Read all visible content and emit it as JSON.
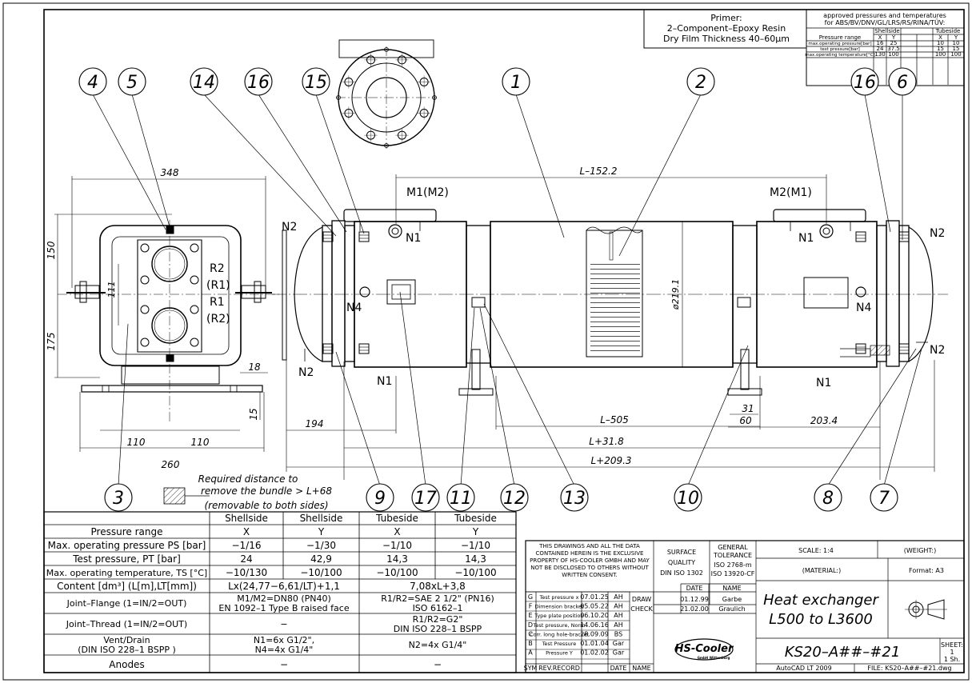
{
  "primer": {
    "l1": "Primer:",
    "l2": "2–Component–Epoxy Resin",
    "l3": "Dry Film Thickness 40–60µm"
  },
  "approved": {
    "title1": "approved pressures and temperatures",
    "title2": "for ABS/BV/DNV/GL/LRS/RS/RINA/TÜV:",
    "shell": "Shellside",
    "tube": "Tubeside",
    "rows": [
      [
        "Pressure range",
        "X",
        "Y",
        "X",
        "Y"
      ],
      [
        "max.operating pressure[bar]",
        "16",
        "25",
        "10",
        "10"
      ],
      [
        "test pressure[bar]",
        "24",
        "37.5",
        "15",
        "15"
      ],
      [
        "max.operating temperature[°C]",
        "130",
        "100",
        "100",
        "100"
      ]
    ]
  },
  "balloons": [
    "4",
    "5",
    "14",
    "16",
    "15",
    "1",
    "2",
    "16",
    "6",
    "3",
    "9",
    "17",
    "11",
    "12",
    "13",
    "10",
    "8",
    "7"
  ],
  "dims": {
    "d348": "348",
    "d150": "150",
    "d175": "175",
    "d111": "111",
    "d110a": "110",
    "d110b": "110",
    "d260": "260",
    "d18": "18",
    "d15": "15",
    "dL152": "L–152.2",
    "d194": "194",
    "dL505": "L–505",
    "dL31": "L+31.8",
    "dL209": "L+209.3",
    "d31": "31",
    "d60": "60",
    "d203": "203.4",
    "d219": "ø219.1"
  },
  "labels": {
    "R2": "R2",
    "R1p": "(R1)",
    "R1": "R1",
    "R2p": "(R2)",
    "N2a": "N2",
    "N2b": "N2",
    "N2c": "N2",
    "N2d": "N2",
    "N1a": "N1",
    "N1b": "N1",
    "N1c": "N1",
    "N1d": "N1",
    "N4a": "N4",
    "N4b": "N4",
    "M1": "M1(M2)",
    "M2": "M2(M1)"
  },
  "bundle": {
    "l1": "Required distance to",
    "l2": "remove the bundle > L+68",
    "l3": "(removable to both sides)"
  },
  "spec": {
    "headers": [
      "",
      "Shellside",
      "Shellside",
      "Tubeside",
      "Tubeside"
    ],
    "r1": [
      "Pressure range",
      "X",
      "Y",
      "X",
      "Y"
    ],
    "r2": [
      "Max. operating pressure PS [bar]",
      "−1/16",
      "−1/30",
      "−1/10",
      "−1/10"
    ],
    "r3": [
      "Test pressure, PT [bar]",
      "24",
      "42,9",
      "14,3",
      "14,3"
    ],
    "r4": [
      "Max. operating temperature, TS [°C]",
      "−10/130",
      "−10/100",
      "−10/100",
      "−10/100"
    ],
    "r5": [
      "Content [dm³] (L[m],LT[mm])",
      "Lx(24,77−6,61/LT)+1,1",
      "7,08xL+3,8"
    ],
    "r6": [
      "Joint–Flange (1=IN/2=OUT)",
      "M1/M2=DN80 (PN40)",
      "EN 1092–1 Type B raised face",
      "R1/R2=SAE 2 1/2\" (PN16)",
      "ISO 6162–1"
    ],
    "r7": [
      "Joint–Thread (1=IN/2=OUT)",
      "−",
      "R1/R2=G2\"",
      "DIN ISO 228–1 BSPP"
    ],
    "r8": [
      "Vent/Drain",
      "(DIN ISO 228–1 BSPP )",
      "N1=6x G1/2\",",
      "N4=4x G1/4\"",
      "N2=4x G1/4\""
    ],
    "r9": [
      "Anodes",
      "−",
      "−"
    ]
  },
  "title": {
    "prop1": "THIS DRAWINGS AND ALL THE DATA",
    "prop2": "CONTAINED HEREIN IS THE EXCLUSIVE",
    "prop3": "PROPERTY OF HS-COOLER GMBH AND MAY",
    "prop4": "NOT BE DISCLOSED TO OTHERS WITHOUT",
    "prop5": "WRITTEN CONSENT.",
    "sq1": "SURFACE",
    "sq2": "QUALITY",
    "sq3": "DIN ISO 1302",
    "gt1": "GENERAL",
    "gt2": "TOLERANCE",
    "gt3": "ISO 2768-m",
    "gt4": "ISO 13920-CF",
    "scale": "SCALE: 1:4",
    "weight": "(WEIGHT:)",
    "material": "(MATERIAL:)",
    "format": "Format: A3",
    "date": "DATE",
    "name": "NAME",
    "draw": "DRAW",
    "d1": "01.12.99",
    "n1": "Garbe",
    "check": "CHECK",
    "d2": "21.02.00",
    "n2": "Graulich",
    "name1": "Heat exchanger",
    "name2": "L500 to L3600",
    "drawno": "KS20–A##–#21",
    "sheet1": "SHEET:",
    "sheet2": "1",
    "sheet3": "1 Sh.",
    "cad": "AutoCAD LT 2009",
    "file": "FILE: KS20–A##–#21.dwg",
    "logo": "HS-Cooler",
    "logo2": "GmbH Wittenburg",
    "sym": "SYM",
    "rev": "REV.RECORD",
    "rdate": "DATE",
    "rname": "NAME",
    "revs": [
      [
        "G",
        "Test pressure x",
        "07.01.25",
        "AH"
      ],
      [
        "F",
        "Dimension bracket",
        "05.05.22",
        "AH"
      ],
      [
        "E",
        "Type plate position",
        "06.10.20",
        "AH"
      ],
      [
        "D",
        "Test pressure, Norm",
        "14.06.16",
        "AH"
      ],
      [
        "C",
        "Corr. long hole-bracket",
        "28.09.09",
        "BS"
      ],
      [
        "B",
        "Test Pressure",
        "01.01.04",
        "Gar"
      ],
      [
        "A",
        "Pressure Y",
        "01.02.02",
        "Gar"
      ]
    ]
  }
}
